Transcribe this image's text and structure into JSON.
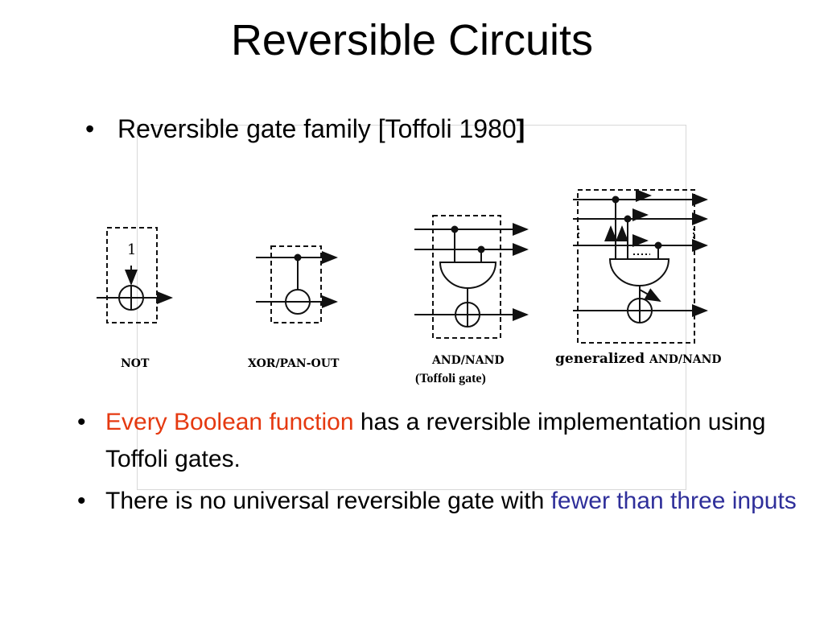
{
  "slide": {
    "title": "Reversible Circuits",
    "bullet_top": {
      "marker": "•",
      "text": "Reversible gate family [Toffoli 1980",
      "bracket": "]"
    },
    "gates": {
      "not_label": "NOT",
      "not_constant": "1",
      "xor_label": "XOR/PAN-OUT",
      "and_label": "AND/NAND",
      "general_prefix": "generalized",
      "general_suffix": "AND/NAND",
      "toffoli_caption": "(Toffoli gate)"
    },
    "bullets": [
      {
        "marker": "•",
        "red_part": "Every  Boolean function",
        "rest": " has a reversible implementation using Toffoli gates."
      },
      {
        "marker": "•",
        "text_part": "There is no universal reversible gate with ",
        "blue_part": "fewer than three inputs"
      }
    ],
    "colors": {
      "highlight_red": "#e53910",
      "highlight_blue": "#2f2f9a"
    }
  }
}
